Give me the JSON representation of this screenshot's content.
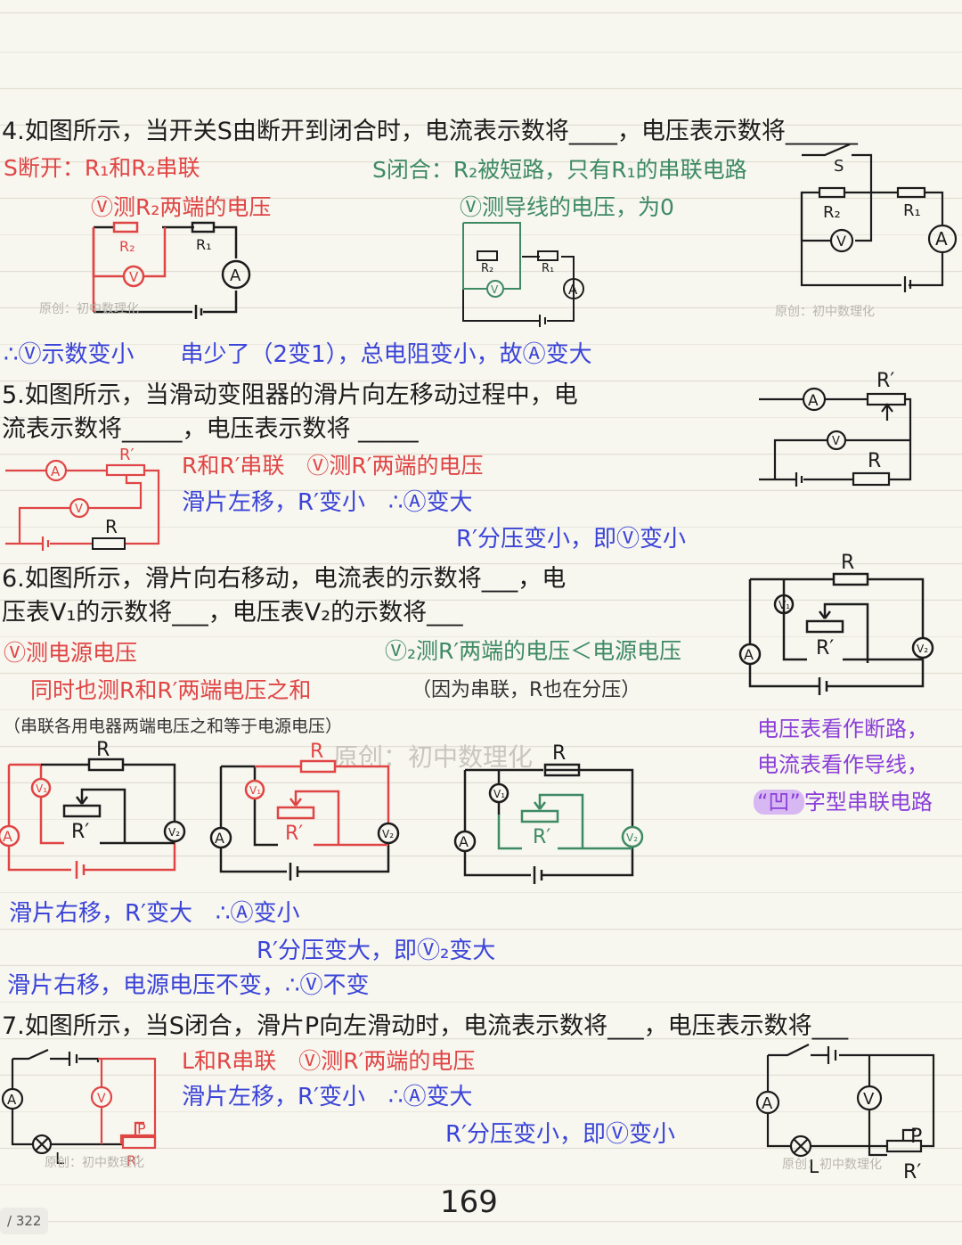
{
  "q4": {
    "question": "4.如图所示，当开关S由断开到闭合时，电流表示数将____，电压表示数将______",
    "red_line": "S断开：R₁和R₂串联",
    "green_line": "S闭合：R₂被短路，只有R₁的串联电路",
    "red_sub": "Ⓥ测R₂两端的电压",
    "green_sub": "Ⓥ测导线的电压，为0",
    "conclusion": "∴Ⓥ示数变小　　串少了（2变1），总电阻变小，故Ⓐ变大"
  },
  "q5": {
    "question_line1": "5.如图所示，当滑动变阻器的滑片向左移动过程中，电",
    "question_line2": "流表示数将_____，电压表示数将 _____",
    "red_line": "R和R′串联　Ⓥ测R′两端的电压",
    "blue_line1": "滑片左移，R′变小　∴Ⓐ变大",
    "blue_line2": "R′分压变小，即Ⓥ变小"
  },
  "q6": {
    "question_line1": "6.如图所示，滑片向右移动，电流表的示数将___，电",
    "question_line2": "压表V₁的示数将___，电压表V₂的示数将___",
    "red_line1": "Ⓥ测电源电压",
    "red_line2": "同时也测R和R′两端电压之和",
    "green_line": "Ⓥ₂测R′两端的电压＜电源电压",
    "paren": "（因为串联，R也在分压）",
    "note": "（串联各用电器两端电压之和等于电源电压）",
    "tip_line1": "电压表看作断路，",
    "tip_line2": "电流表看作导线，",
    "tip_highlight": "“凹”",
    "tip_line3_rest": "字型串联电路",
    "blue_line1": "滑片右移，R′变大　∴Ⓐ变小",
    "blue_line2": "R′分压变大，即Ⓥ₂变大",
    "blue_line3": "滑片右移，电源电压不变，∴Ⓥ不变"
  },
  "q7": {
    "question": "7.如图所示，当S闭合，滑片P向左滑动时，电流表示数将___，电压表示数将___",
    "red_line": "L和R串联　Ⓥ测R′两端的电压",
    "blue_line1": "滑片左移，R′变小　∴Ⓐ变大",
    "blue_line2": "R′分压变小，即Ⓥ变小"
  },
  "watermark": {
    "small": "原创：初中数理化",
    "big": "原创：初中数理化"
  },
  "labels": {
    "R1": "R₁",
    "R2": "R₂",
    "Rp": "R′",
    "R": "R",
    "S": "S",
    "P": "P",
    "L": "L",
    "A": "A",
    "V": "V",
    "V1": "V₁",
    "V2": "V₂"
  },
  "page_number": "169",
  "page_counter": "/ 322",
  "colors": {
    "red": "#e04545",
    "green": "#3d8a63",
    "blue": "#3b44d8",
    "purple": "#8b3fd8",
    "black": "#1c1c1c"
  }
}
